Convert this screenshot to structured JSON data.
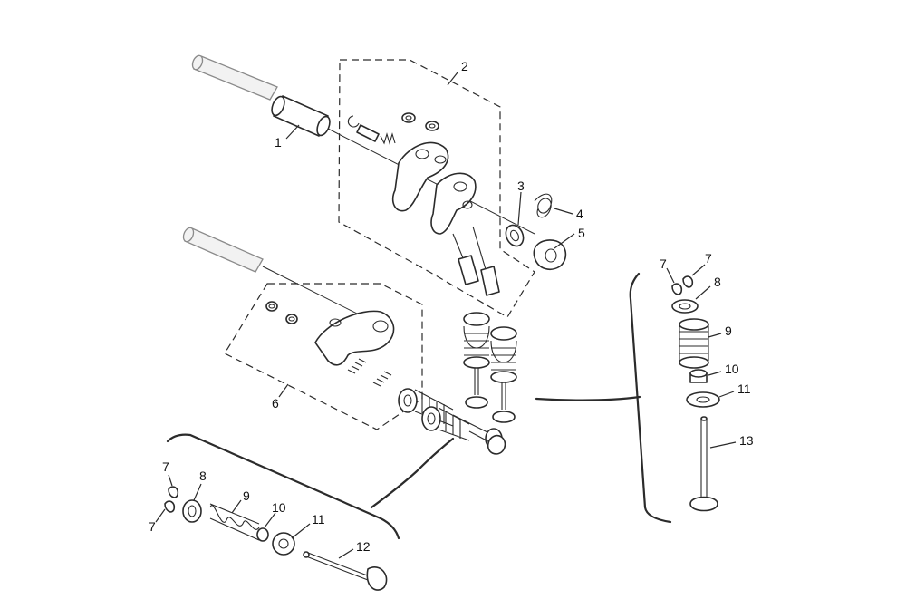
{
  "diagram": {
    "kind": "exploded parts diagram",
    "colors": {
      "line": "#2b2b2b",
      "background": "#ffffff",
      "label": "#111111"
    },
    "callouts": {
      "c1": "1",
      "c2": "2",
      "c3": "3",
      "c4": "4",
      "c5": "5",
      "c6": "6",
      "r7a": "7",
      "r7b": "7",
      "r8": "8",
      "r9": "9",
      "r10": "10",
      "r11": "11",
      "r13": "13",
      "b7a": "7",
      "b7b": "7",
      "b8": "8",
      "b9": "9",
      "b10": "10",
      "b11": "11",
      "b12": "12"
    }
  }
}
